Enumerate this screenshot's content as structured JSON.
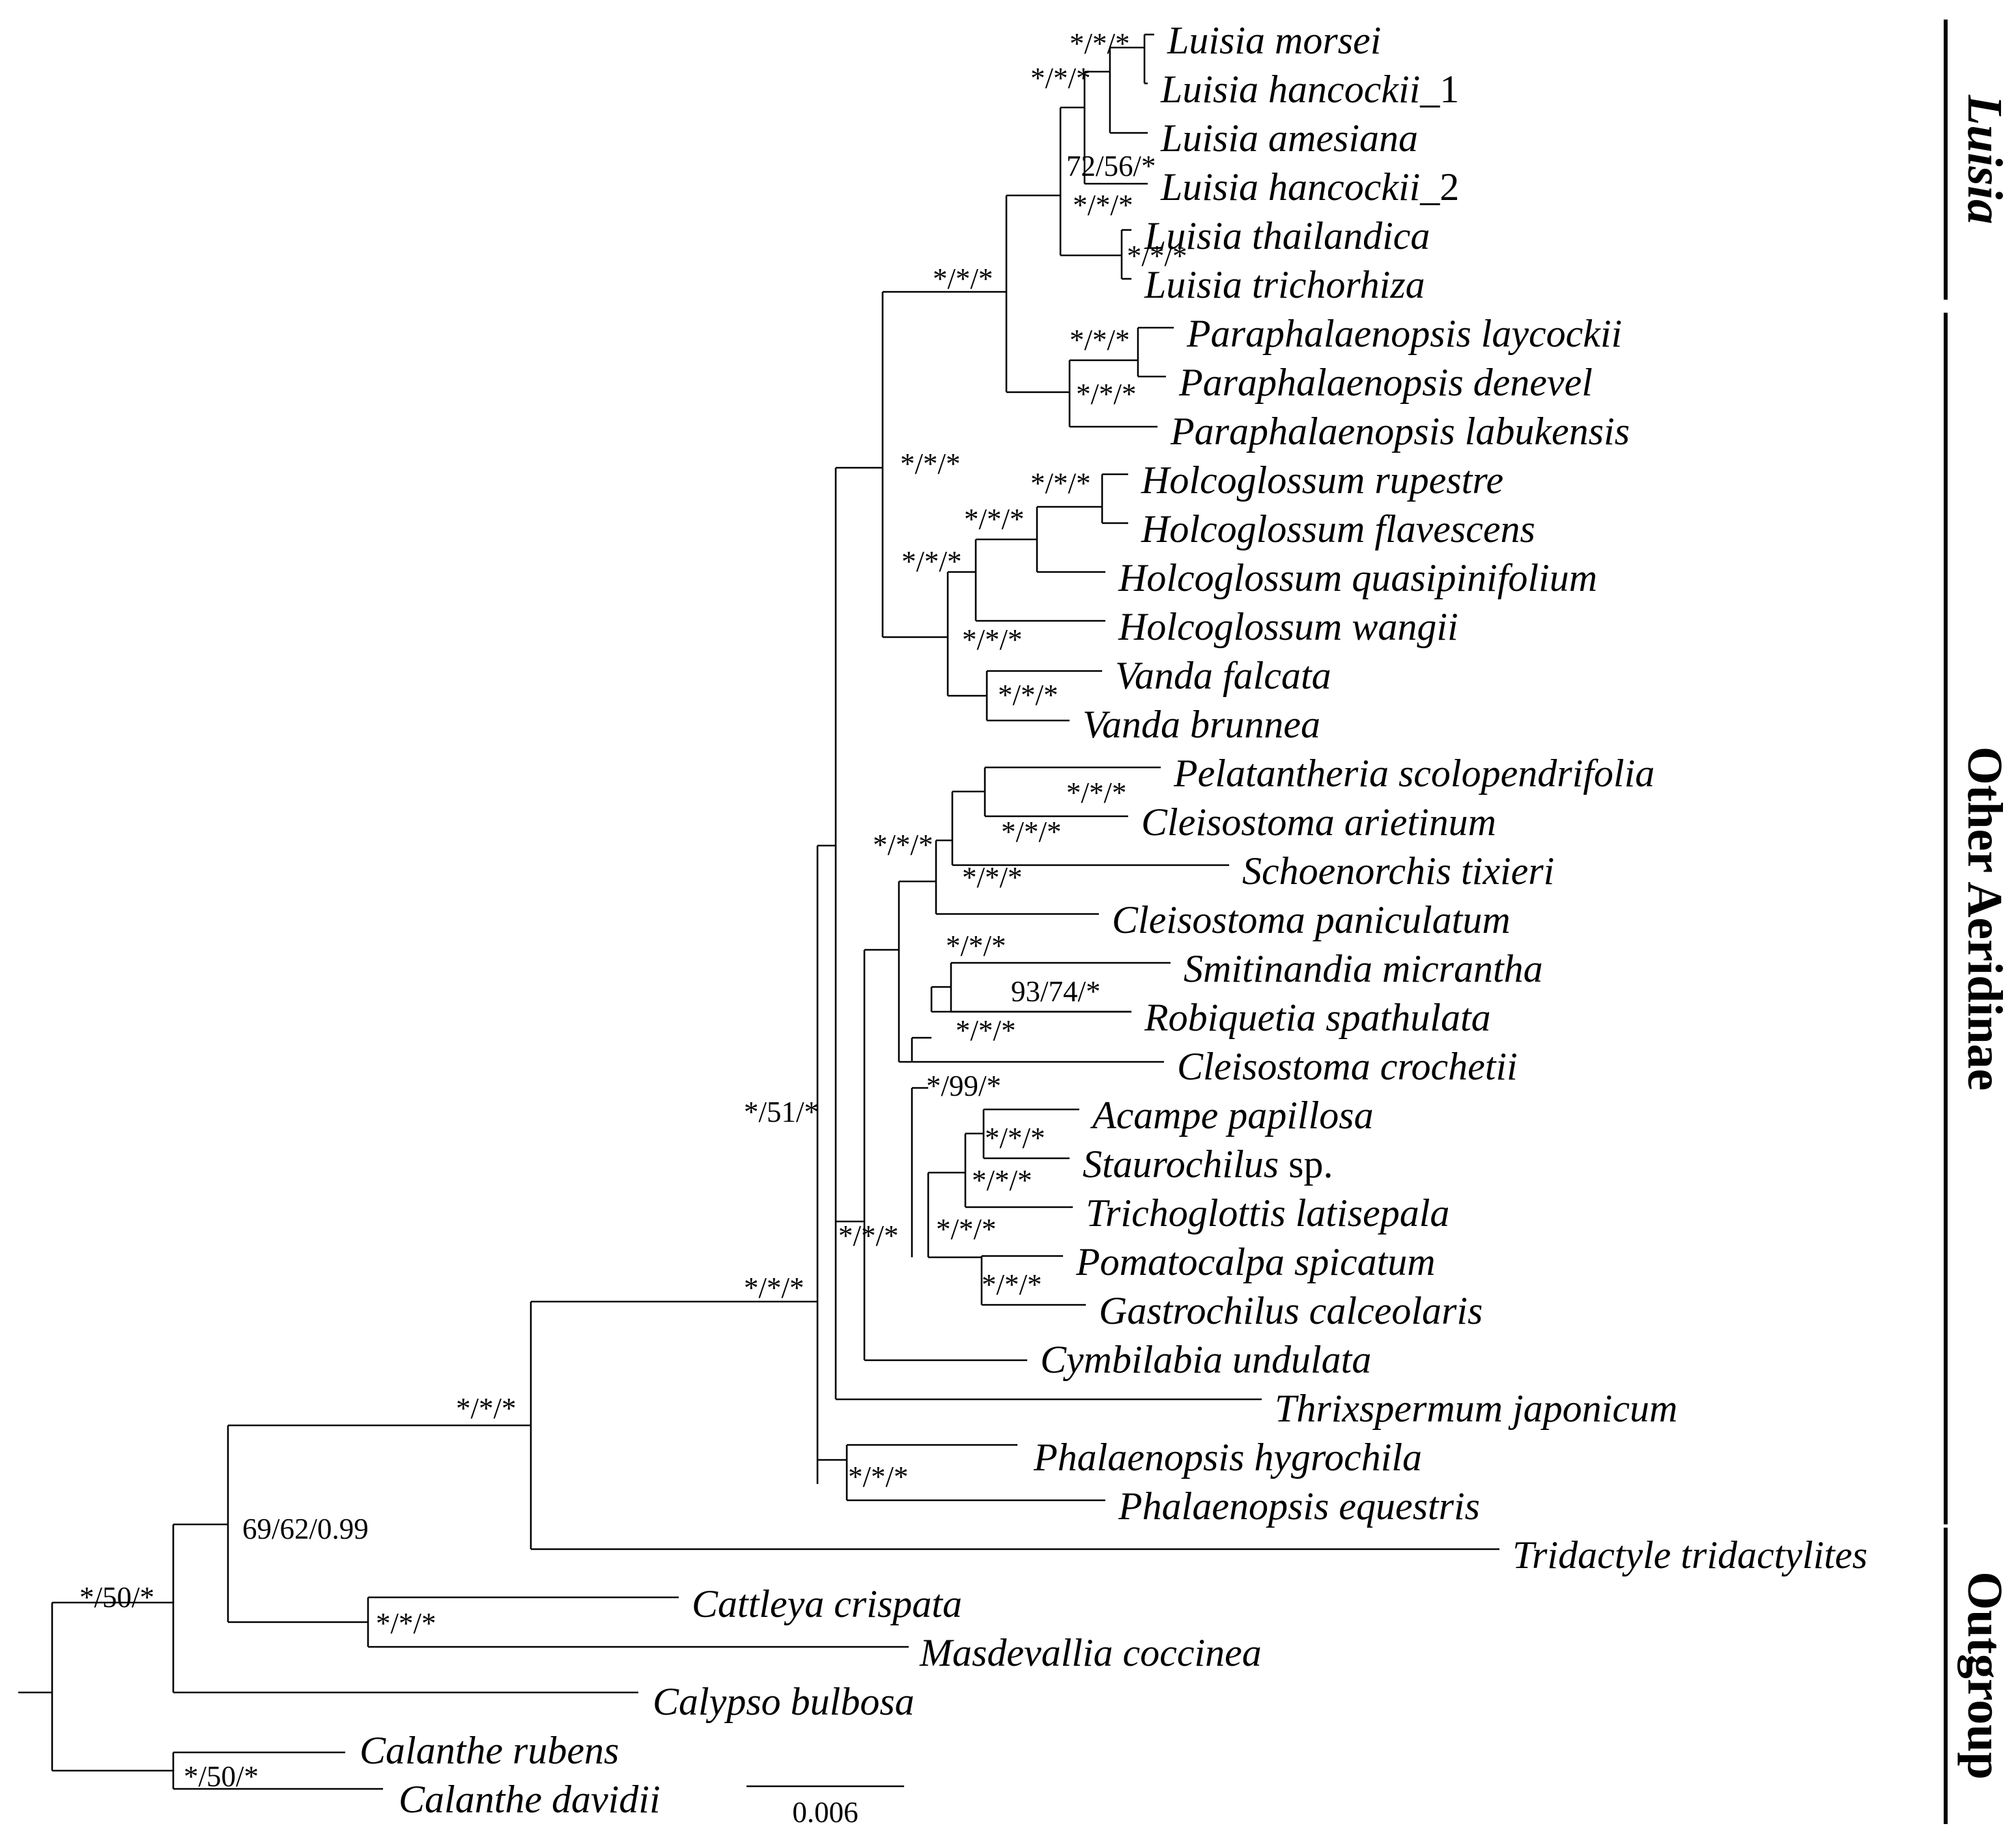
{
  "taxa": [
    {
      "name": "Luisia morsei"
    },
    {
      "name": "Luisia hancockii",
      "suffix": "_1"
    },
    {
      "name": "Luisia amesiana"
    },
    {
      "name": "Luisia hancockii",
      "suffix": "_2"
    },
    {
      "name": "Luisia thailandica"
    },
    {
      "name": "Luisia trichorhiza"
    },
    {
      "name": "Paraphalaenopsis laycockii"
    },
    {
      "name": "Paraphalaenopsis denevel"
    },
    {
      "name": "Paraphalaenopsis labukensis"
    },
    {
      "name": "Holcoglossum rupestre"
    },
    {
      "name": "Holcoglossum flavescens"
    },
    {
      "name": "Holcoglossum quasipinifolium"
    },
    {
      "name": "Holcoglossum wangii"
    },
    {
      "name": "Vanda falcata"
    },
    {
      "name": "Vanda brunnea"
    },
    {
      "name": "Pelatantheria scolopendrifolia"
    },
    {
      "name": "Cleisostoma arietinum"
    },
    {
      "name": "Schoenorchis tixieri"
    },
    {
      "name": "Cleisostoma paniculatum"
    },
    {
      "name": "Smitinandia micrantha"
    },
    {
      "name": "Robiquetia spathulata"
    },
    {
      "name": "Cleisostoma crochetii"
    },
    {
      "name": "Acampe papillosa"
    },
    {
      "name": "Staurochilus",
      "suffix": " sp."
    },
    {
      "name": "Trichoglottis latisepala"
    },
    {
      "name": "Pomatocalpa spicatum"
    },
    {
      "name": "Gastrochilus calceolaris"
    },
    {
      "name": "Cymbilabia undulata"
    },
    {
      "name": "Thrixspermum japonicum"
    },
    {
      "name": "Phalaenopsis hygrochila"
    },
    {
      "name": "Phalaenopsis equestris"
    },
    {
      "name": "Tridactyle tridactylites"
    },
    {
      "name": "Cattleya crispata"
    },
    {
      "name": "Masdevallia coccinea"
    },
    {
      "name": "Calypso bulbosa"
    },
    {
      "name": "Calanthe rubens"
    },
    {
      "name": "Calanthe davidii"
    }
  ],
  "support_values": [
    {
      "node": "luisia_morsei_hancockii1",
      "label": "*/*/*"
    },
    {
      "node": "luisia_morsei_amesiana",
      "label": "*/*/*"
    },
    {
      "node": "luisia_core",
      "label": "72/56/*"
    },
    {
      "node": "luisia_hancockii2_pair",
      "label": "*/*/*"
    },
    {
      "node": "luisia_thailandica_trichorhiza",
      "label": "*/*/*"
    },
    {
      "node": "luisia_paraphalaenopsis",
      "label": "*/*/*"
    },
    {
      "node": "paraphalaenopsis_laycockii_denevel",
      "label": "*/*/*"
    },
    {
      "node": "paraphalaenopsis_all",
      "label": "*/*/*"
    },
    {
      "node": "luisia_para_holco_vanda",
      "label": "*/*/*"
    },
    {
      "node": "holcoglossum_rupestre_flavescens",
      "label": "*/*/*"
    },
    {
      "node": "holcoglossum_three",
      "label": "*/*/*"
    },
    {
      "node": "holcoglossum_all",
      "label": "*/*/*"
    },
    {
      "node": "holco_vanda",
      "label": "*/*/*"
    },
    {
      "node": "vanda",
      "label": "*/*/*"
    },
    {
      "node": "pelatantheria_cleisostoma",
      "label": "*/*/*"
    },
    {
      "node": "pela_clei_schoenorchis",
      "label": "*/*/*"
    },
    {
      "node": "cleisostoma_group",
      "label": "*/*/*"
    },
    {
      "node": "smitinandia_robiquetia_outer",
      "label": "*/*/*"
    },
    {
      "node": "smitinandia_robiquetia",
      "label": "93/74/*"
    },
    {
      "node": "smit_robi_clei",
      "label": "*/*/*"
    },
    {
      "node": "aerides_big",
      "label": "*/*/*"
    },
    {
      "node": "acampe_group",
      "label": "*/99/*"
    },
    {
      "node": "acampe_staurochilus",
      "label": "*/*/*"
    },
    {
      "node": "acampe_stauro_tricho",
      "label": "*/*/*"
    },
    {
      "node": "acampe_pomatocalpa",
      "label": "*/*/*"
    },
    {
      "node": "pomatocalpa_gastrochilus",
      "label": "*/*/*"
    },
    {
      "node": "aerides_no_thrix",
      "label": "*/*/*"
    },
    {
      "node": "aerides_with_thrix",
      "label": "*/51/*"
    },
    {
      "node": "aeridinae",
      "label": "*/*/*"
    },
    {
      "node": "phalaenopsis",
      "label": "*/*/*"
    },
    {
      "node": "aeridinae_tridactyle",
      "label": "*/*/*"
    },
    {
      "node": "ingroup_cattleya",
      "label": "69/62/0.99"
    },
    {
      "node": "cattleya_masdevallia",
      "label": "*/*/*"
    },
    {
      "node": "ingroup_calypso",
      "label": "*/50/*"
    },
    {
      "node": "calanthe",
      "label": "*/50/*"
    }
  ],
  "clades": [
    {
      "name": "Luisia",
      "italic": true
    },
    {
      "name": "Other Aeridinae",
      "italic": false
    },
    {
      "name": "Outgroup",
      "italic": false
    }
  ],
  "scale_bar": {
    "label": "0.006"
  }
}
